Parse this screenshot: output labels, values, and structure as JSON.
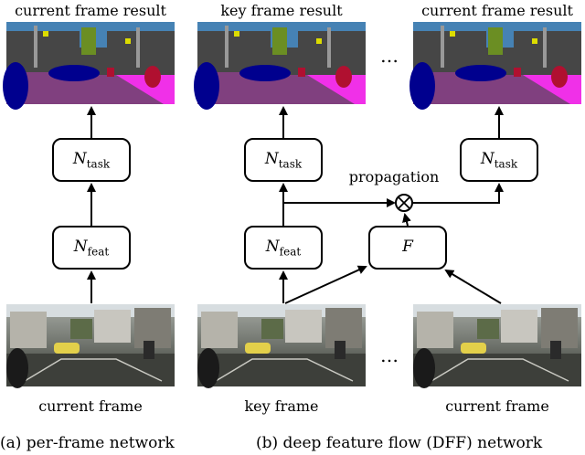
{
  "panel_a": {
    "top_label": "current frame result",
    "bottom_label": "current frame",
    "caption": "(a) per-frame network",
    "task_node": {
      "symbol": "N",
      "subscript": "task"
    },
    "feat_node": {
      "symbol": "N",
      "subscript": "feat"
    }
  },
  "panel_b": {
    "key_top_label": "key frame result",
    "cur_top_label": "current frame result",
    "key_bottom_label": "key frame",
    "cur_bottom_label": "current frame",
    "caption": "(b) deep feature flow (DFF) network",
    "ellipsis": "…",
    "propagation_label": "propagation",
    "key_task_node": {
      "symbol": "N",
      "subscript": "task"
    },
    "key_feat_node": {
      "symbol": "N",
      "subscript": "feat"
    },
    "cur_task_node": {
      "symbol": "N",
      "subscript": "task"
    },
    "flow_node": {
      "symbol": "F"
    }
  },
  "colors": {
    "road": "#80407f",
    "sidewalk": "#f030e8",
    "building": "#464646",
    "vegetation": "#6b8e23",
    "sky": "#4682b4",
    "car": "#00008e",
    "person": "#b01030",
    "street_a": "#3d3f3a",
    "street_b": "#8a8e86"
  }
}
